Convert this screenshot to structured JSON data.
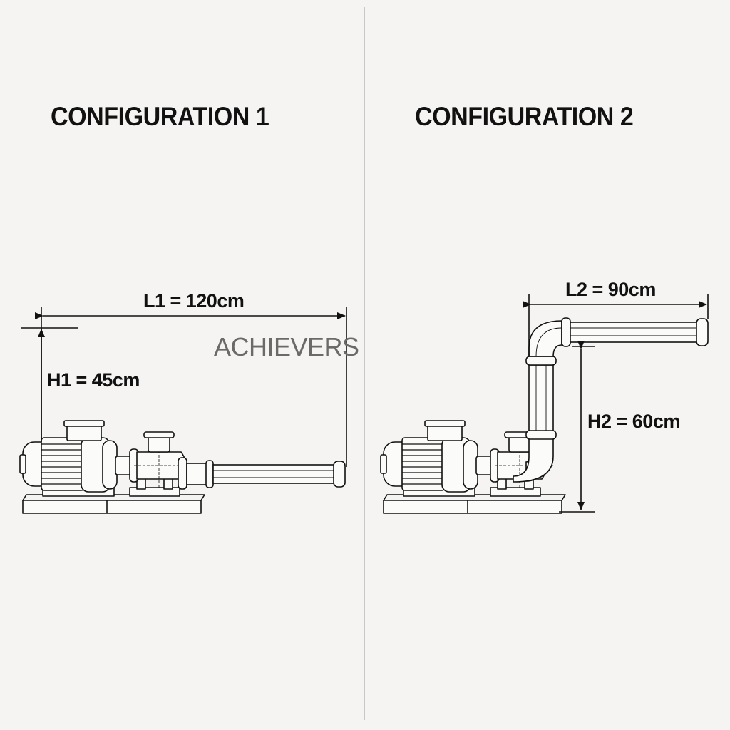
{
  "panels": [
    {
      "title": "CONFIGURATION 1",
      "length_label": "L1 = 120cm",
      "height_label": "H1 = 45cm",
      "length_cm": 120,
      "height_cm": 45,
      "pipe_layout": "straight-horizontal"
    },
    {
      "title": "CONFIGURATION 2",
      "length_label": "L2 = 90cm",
      "height_label": "H2 = 60cm",
      "length_cm": 90,
      "height_cm": 60,
      "pipe_layout": "vertical-riser-with-elbow"
    }
  ],
  "watermark": "ACHIEVERS",
  "colors": {
    "background": "#f5f4f2",
    "line": "#111111",
    "watermark": "#6a6a6a",
    "divider": "#c8c8c8"
  }
}
